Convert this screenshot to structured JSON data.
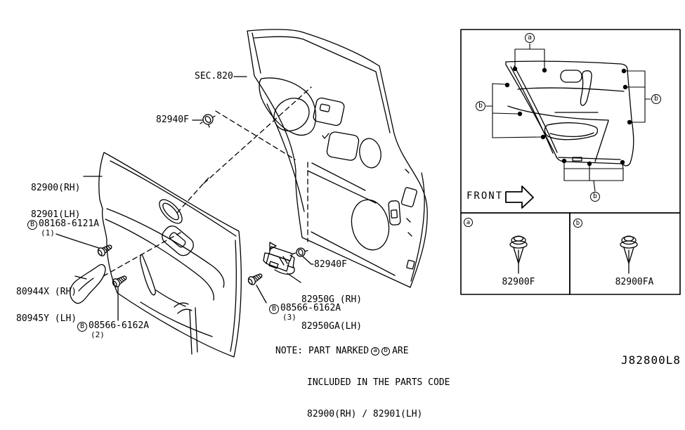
{
  "callouts": {
    "sec_ref": "SEC.820",
    "grommet_top": "82940F",
    "trim_panel_rh": "82900(RH)",
    "trim_panel_lh": "82901(LH)",
    "screw_b1": {
      "marker": "B",
      "part": "08168-6121A",
      "qty": "(1)"
    },
    "armrest_rh": "80944X (RH)",
    "armrest_lh": "80945Y (LH)",
    "screw_b2": {
      "marker": "B",
      "part": "08566-6162A",
      "qty": "(2)"
    },
    "grommet_mid": "82940F",
    "bracket_rh": "82950G (RH)",
    "bracket_lh": "82950GA(LH)",
    "screw_b3": {
      "marker": "B",
      "part": "08566-6162A",
      "qty": "(3)"
    }
  },
  "note": {
    "prefix": "NOTE: PART NARKED",
    "marker_a": "a",
    "marker_b": "b",
    "suffix": "ARE",
    "line2": "INCLUDED IN THE PARTS CODE",
    "line3": "82900(RH) / 82901(LH)"
  },
  "inset": {
    "front_label": "FRONT",
    "marker_a": "a",
    "marker_b": "b",
    "clip_a_part": "82900F",
    "clip_b_part": "82900FA"
  },
  "footer": {
    "diagram_code": "J82800L8"
  }
}
